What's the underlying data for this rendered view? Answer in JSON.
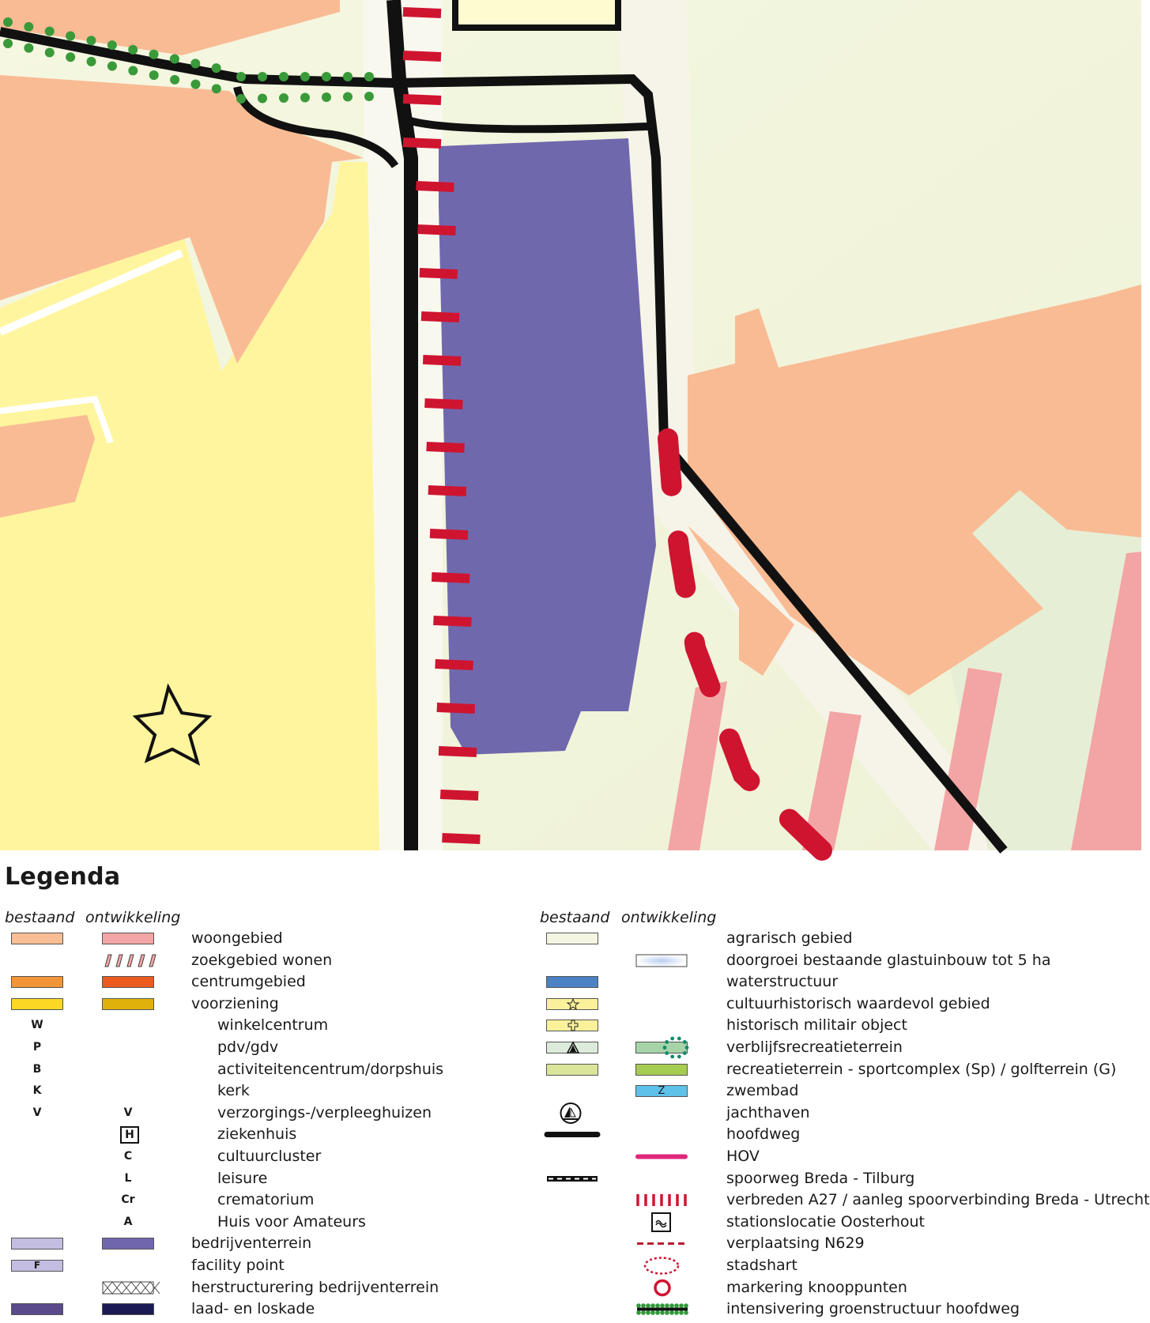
{
  "legend": {
    "title": "Legenda",
    "col_existing": "bestaand",
    "col_development": "ontwikkeling",
    "left": [
      {
        "label": "woongebied",
        "existing": "#f8bd94",
        "development": "#f3a4a4"
      },
      {
        "label": "zoekgebied wonen",
        "development_pattern": "hatch-pink"
      },
      {
        "label": "centrumgebied",
        "existing": "#f29538",
        "development": "#ec5a1f"
      },
      {
        "label": "voorziening",
        "existing": "#fcd824",
        "development": "#e1b10b"
      },
      {
        "label": "winkelcentrum",
        "existing_letter": "W",
        "indent": true
      },
      {
        "label": "pdv/gdv",
        "existing_letter": "P",
        "indent": true
      },
      {
        "label": "activiteitencentrum/dorpshuis",
        "existing_letter": "B",
        "indent": true
      },
      {
        "label": "kerk",
        "existing_letter": "K",
        "indent": true
      },
      {
        "label": "verzorgings-/verpleeghuizen",
        "existing_letter": "V",
        "development_letter": "V",
        "indent": true
      },
      {
        "label": "ziekenhuis",
        "development_letter": "H",
        "boxed": true,
        "indent": true
      },
      {
        "label": "cultuurcluster",
        "development_letter": "C",
        "indent": true
      },
      {
        "label": "leisure",
        "development_letter": "L",
        "indent": true
      },
      {
        "label": "crematorium",
        "development_letter": "Cr",
        "indent": true
      },
      {
        "label": "Huis voor Amateurs",
        "development_letter": "A",
        "indent": true
      },
      {
        "label": "bedrijventerrein",
        "existing": "#c3bde2",
        "development": "#7066ad"
      },
      {
        "label": "facility point",
        "existing": "#c3bde2",
        "existing_letter": "F"
      },
      {
        "label": "herstructurering bedrijventerrein",
        "development_pattern": "crosshatch"
      },
      {
        "label": "laad- en loskade",
        "existing": "#5a4a8c",
        "development": "#1b1a55"
      }
    ],
    "right": [
      {
        "label": "agrarisch gebied",
        "existing": "#f4f6e2"
      },
      {
        "label": "doorgroei bestaande glastuinbouw tot 5 ha",
        "development_pattern": "blue-glow"
      },
      {
        "label": "waterstructuur",
        "existing": "#4b82c4"
      },
      {
        "label": "cultuurhistorisch waardevol gebied",
        "existing": "#fbf19a",
        "existing_icon": "star-icon"
      },
      {
        "label": "historisch militair object",
        "existing": "#fbf19a",
        "existing_icon": "cross-icon"
      },
      {
        "label": "verblijfsrecreatieterrein",
        "existing": "#dcebdb",
        "existing_icon": "tent-icon",
        "development": "#a6d4a8",
        "development_icon": "dotted-ring"
      },
      {
        "label": "recreatieterrein - sportcomplex (Sp) / golfterrein (G)",
        "existing": "#dbe59a",
        "development": "#a6cc52"
      },
      {
        "label": "zwembad",
        "development": "#5ec1ea",
        "development_letter": "Z"
      },
      {
        "label": "jachthaven",
        "existing_icon": "sailboat-icon"
      },
      {
        "label": "hoofdweg",
        "existing_line": "thick-black"
      },
      {
        "label": "HOV",
        "development_line": "magenta"
      },
      {
        "label": "spoorweg Breda - Tilburg",
        "existing_line": "rail"
      },
      {
        "label": "verbreden A27 / aanleg spoorverbinding Breda - Utrecht",
        "development_line": "red-ticks"
      },
      {
        "label": "stationslocatie Oosterhout",
        "development_icon": "station-icon"
      },
      {
        "label": "verplaatsing N629",
        "development_line": "red-dashed"
      },
      {
        "label": "stadshart",
        "development_icon": "red-dotted-ellipse"
      },
      {
        "label": "markering knooppunten",
        "development_icon": "red-circle"
      },
      {
        "label": "intensivering groenstructuur hoofdweg",
        "development_line": "green-dotted-road"
      }
    ]
  }
}
